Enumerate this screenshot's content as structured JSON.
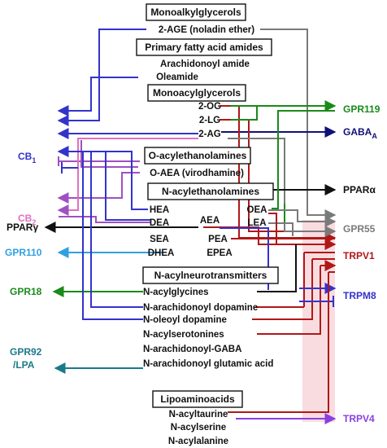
{
  "headers": {
    "monoalkyl": "Monoalkylglycerols",
    "primary_amides": "Primary fatty acid amides",
    "monoacyl": "Monoacylglycerols",
    "o_acyl": "O-acylethanolamines",
    "n_acyl": "N-acylethanolamines",
    "n_acylneuro": "N-acylneurotransmitters",
    "lipoamino": "Lipoaminoacids"
  },
  "ligands": {
    "age": "2-AGE (noladin ether)",
    "arachidonoyl_amide": "Arachidonoyl amide",
    "oleamide": "Oleamide",
    "og": "2-OG",
    "lg": "2-LG",
    "ag": "2-AG",
    "oaea": "O-AEA (virodhamine)",
    "hea": "HEA",
    "dea": "DEA",
    "oea": "OEA",
    "lea": "LEA",
    "aea": "AEA",
    "sea": "SEA",
    "pea": "PEA",
    "dhea": "DHEA",
    "epea": "EPEA",
    "n_acylglycines": "N-acylglycines",
    "n_arach_dopamine": "N-arachidonoyl dopamine",
    "n_oleoyl_dopamine": "N-oleoyl dopamine",
    "n_acylserotonines": "N-acylserotonines",
    "n_arach_gaba": "N-arachidonoyl-GABA",
    "n_arach_glutamic": "N-arachidonoyl glutamic acid",
    "n_acyltaurine": "N-acyltaurine",
    "n_acylserine": "N-acylserine",
    "n_acylalanine": "N-acylalanine"
  },
  "receptors_left": {
    "cb1": "CB",
    "cb1_sub": "1",
    "cb2": "CB",
    "cb2_sub": "2",
    "ppar_gamma": "PPARγ",
    "gpr110": "GPR110",
    "gpr18": "GPR18",
    "gpr92_line1": "GPR92",
    "gpr92_line2": "/LPA"
  },
  "receptors_right": {
    "gpr119": "GPR119",
    "gaba_a": "GABA",
    "gaba_a_sub": "A",
    "ppar_alpha": "PPARα",
    "gpr55": "GPR55",
    "trpv1": "TRPV1",
    "trpm8": "TRPM8",
    "trpv4": "TRPV4"
  },
  "colors": {
    "black": "#111111",
    "grey": "#7a7a7a",
    "blue": "#3333cc",
    "violet": "#a050c0",
    "pink": "#e070c0",
    "green": "#1a8a1a",
    "darkred": "#b01818",
    "navy": "#10107a",
    "skyblue": "#30a0e0",
    "teal": "#1a7a8a",
    "purple": "#8a40e0",
    "orange": "#d87820",
    "trp_highlight": "#f9dce0"
  }
}
